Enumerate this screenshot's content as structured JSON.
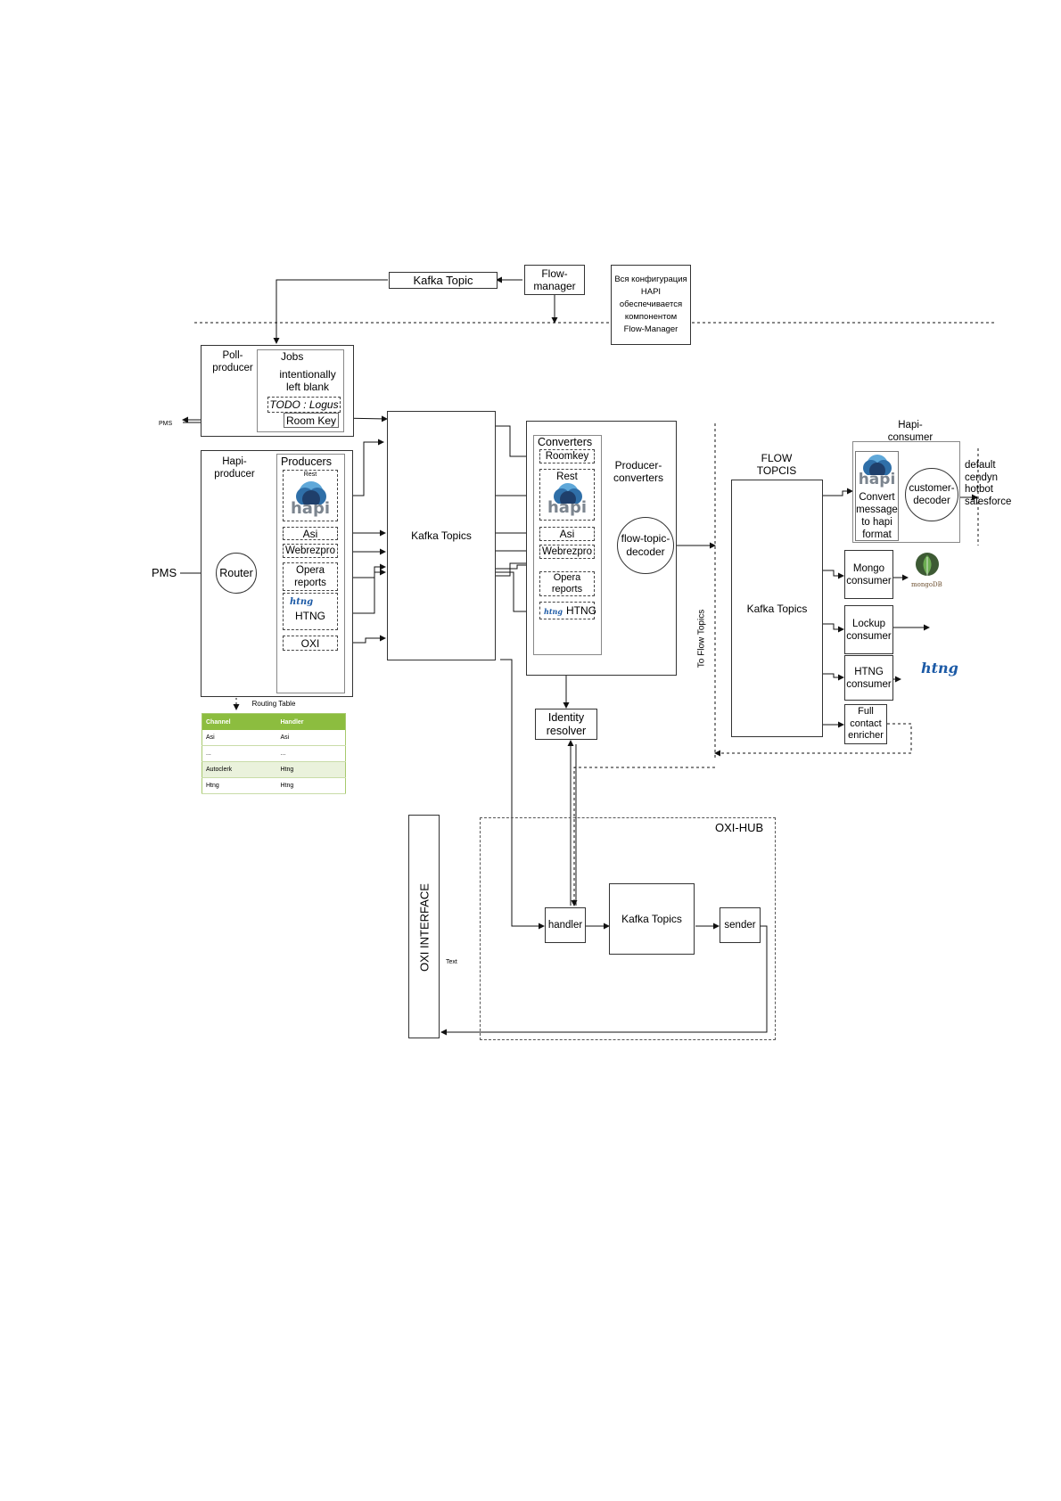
{
  "top": {
    "kafka_topic": "Kafka Topic",
    "flow_manager": "Flow-\nmanager",
    "note": "Вся конфигурация\nHAPI\nобеспечивается\nкомпонентом\nFlow-Manager"
  },
  "poll_producer": {
    "title": "Poll-\nproducer",
    "jobs": "Jobs",
    "blank": "intentionally\nleft blank",
    "todo": "TODO : Logus",
    "room_key": "Room Key",
    "pms_small": "PMS"
  },
  "hapi_producer": {
    "title": "Hapi-\nproducer",
    "producers": "Producers",
    "rest": "Rest",
    "hapi": "hapi",
    "items": [
      "Asi",
      "Webrezpro",
      "Opera\nreports",
      "HTNG",
      "OXI"
    ],
    "htng_logo": "htng",
    "router": "Router",
    "pms": "PMS"
  },
  "routing_table": {
    "caption": "Routing Table",
    "headers": [
      "Channel",
      "Handler"
    ],
    "rows": [
      [
        "Asi",
        "Asi"
      ],
      [
        "...",
        "..."
      ],
      [
        "Autoclerk",
        "Htng"
      ],
      [
        "Htng",
        "Htng"
      ]
    ]
  },
  "kafka_main": "Kafka Topics",
  "producer_converters": {
    "title": "Producer-\nconverters",
    "converters": "Converters",
    "items": [
      "Roomkey",
      "Rest",
      "Asi",
      "Webrezpro",
      "Opera\nreports",
      "HTNG"
    ],
    "hapi": "hapi",
    "htng_logo": "htng",
    "decoder": "flow-topic-\ndecoder"
  },
  "identity_resolver": "Identity\nresolver",
  "to_flow_topics": "To Flow Topics",
  "flow_topics": {
    "title": "FLOW\nTOPCIS",
    "kafka": "Kafka Topics"
  },
  "hapi_consumer": {
    "title": "Hapi-\nconsumer",
    "hapi": "hapi",
    "convert": "Convert\nmessage\nto hapi\nformat",
    "decoder": "customer-\ndecoder",
    "targets": "default\ncendyn\nhotbot\nsalesforce"
  },
  "consumers": {
    "mongo": "Mongo\nconsumer",
    "mongo_logo": "mongoDB",
    "lockup": "Lockup\nconsumer",
    "htng": "HTNG\nconsumer",
    "htng_logo": "htng",
    "enricher": "Full\ncontact\nenricher"
  },
  "oxi": {
    "interface": "OXI INTERFACE",
    "hub": "OXI-HUB",
    "handler": "handler",
    "kafka": "Kafka Topics",
    "sender": "sender",
    "text": "Text"
  },
  "colors": {
    "table_header": "#8cbd3f",
    "hapi_dark": "#1f3f6b",
    "hapi_mid": "#2f6fa8",
    "hapi_light": "#5fa8d9",
    "mongo_green": "#4a8f3a",
    "htng_blue": "#1c5aa6"
  }
}
